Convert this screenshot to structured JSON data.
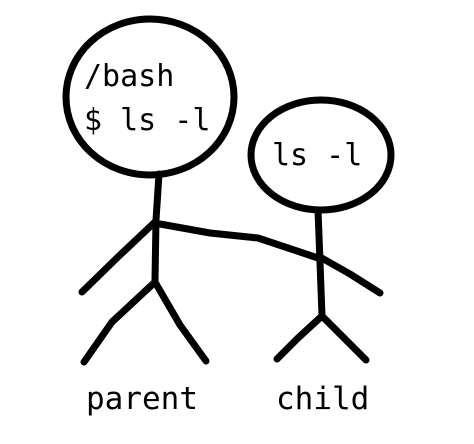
{
  "parent": {
    "head_line1": "/bash",
    "head_line2": "$ ls -l",
    "label": "parent"
  },
  "child": {
    "head_line1": "ls -l",
    "label": "child"
  },
  "colors": {
    "ink": "#000000",
    "background": "#ffffff"
  }
}
